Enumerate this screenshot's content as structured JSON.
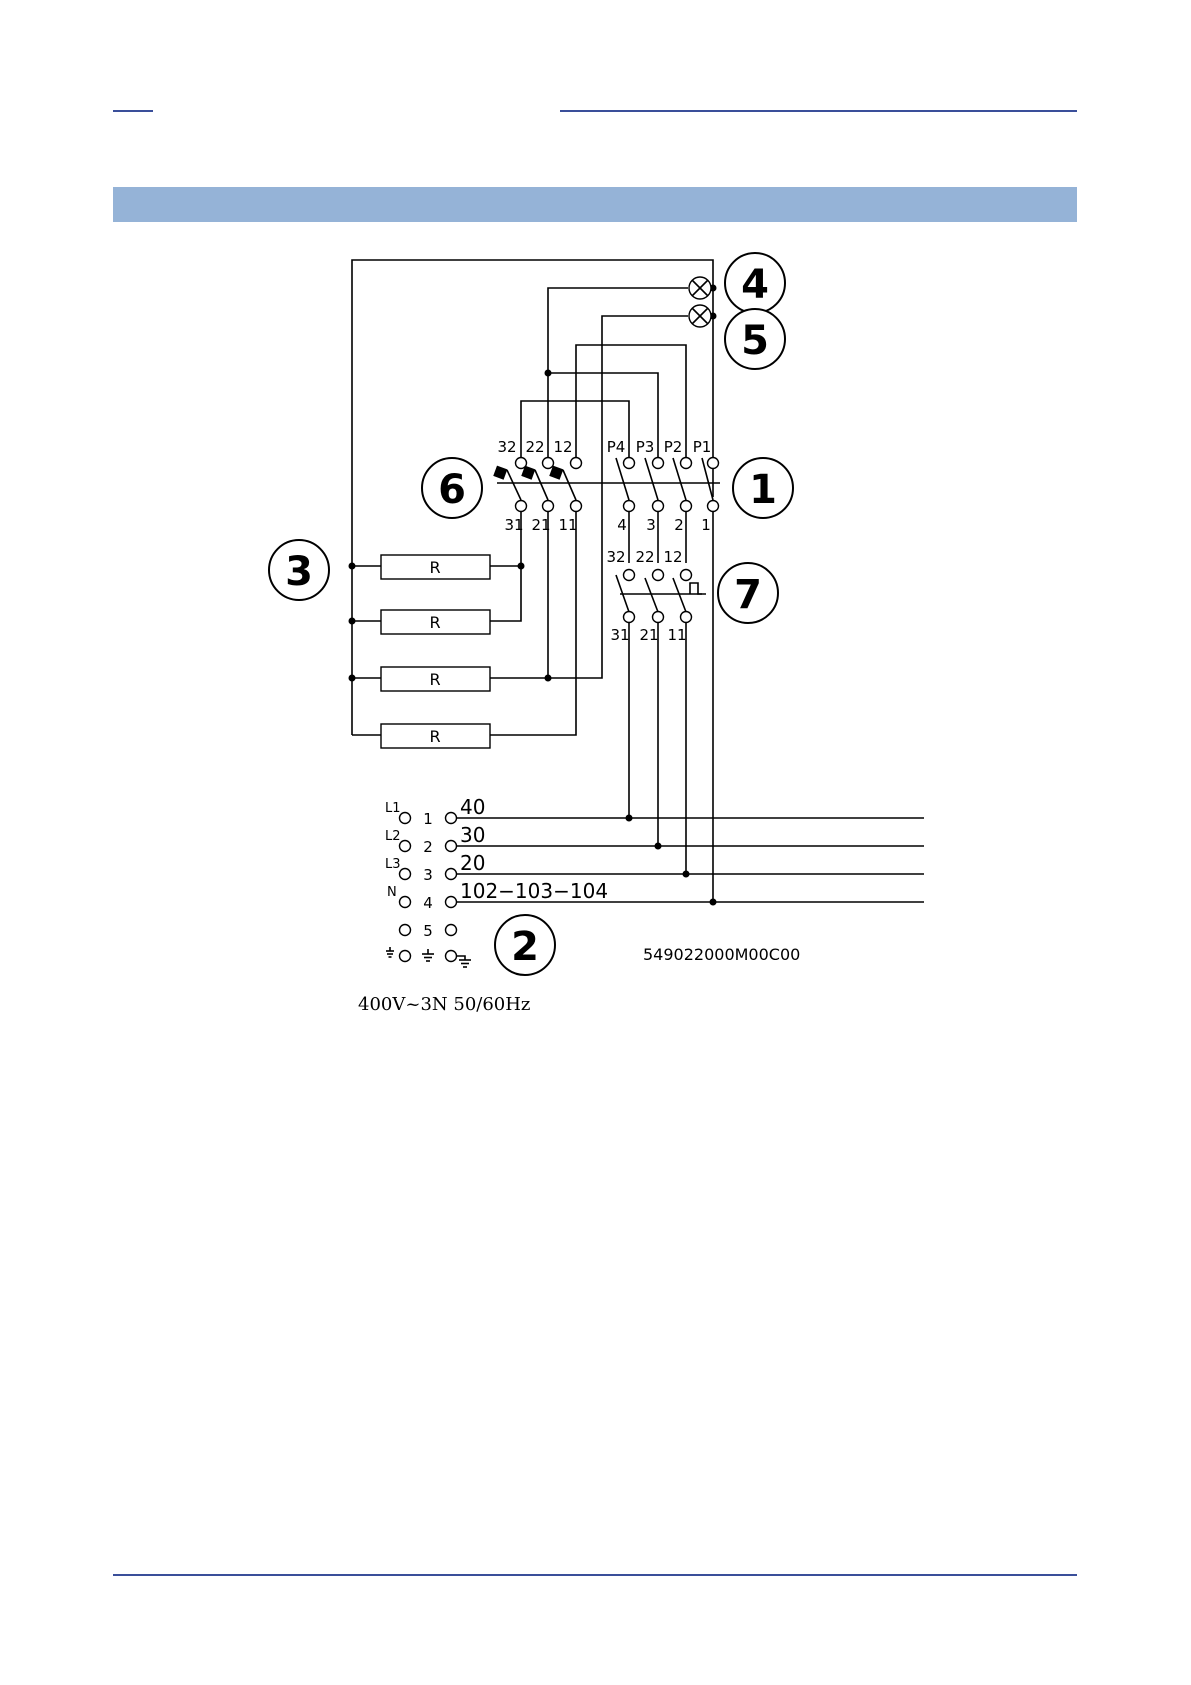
{
  "callouts": [
    "1",
    "2",
    "3",
    "4",
    "5",
    "6",
    "7"
  ],
  "main_switch": {
    "top_labels": [
      "32",
      "22",
      "12",
      "P4",
      "P3",
      "P2",
      "P1"
    ],
    "bottom_labels": [
      "31",
      "21",
      "11",
      "4",
      "3",
      "2",
      "1"
    ]
  },
  "aux_switch": {
    "top_labels": [
      "32",
      "22",
      "12"
    ],
    "bottom_labels": [
      "31",
      "21",
      "11"
    ]
  },
  "resistors": [
    "R",
    "R",
    "R",
    "R"
  ],
  "terminal_block": {
    "rows": [
      {
        "phase": "L1",
        "num": "1",
        "wire": "40"
      },
      {
        "phase": "L2",
        "num": "2",
        "wire": "30"
      },
      {
        "phase": "L3",
        "num": "3",
        "wire": "20"
      },
      {
        "phase": "N",
        "num": "4",
        "wire": "102−103−104"
      },
      {
        "phase": "",
        "num": "5",
        "wire": ""
      }
    ]
  },
  "part_number": "549022000M00C00",
  "supply": "400V~3N 50/60Hz"
}
